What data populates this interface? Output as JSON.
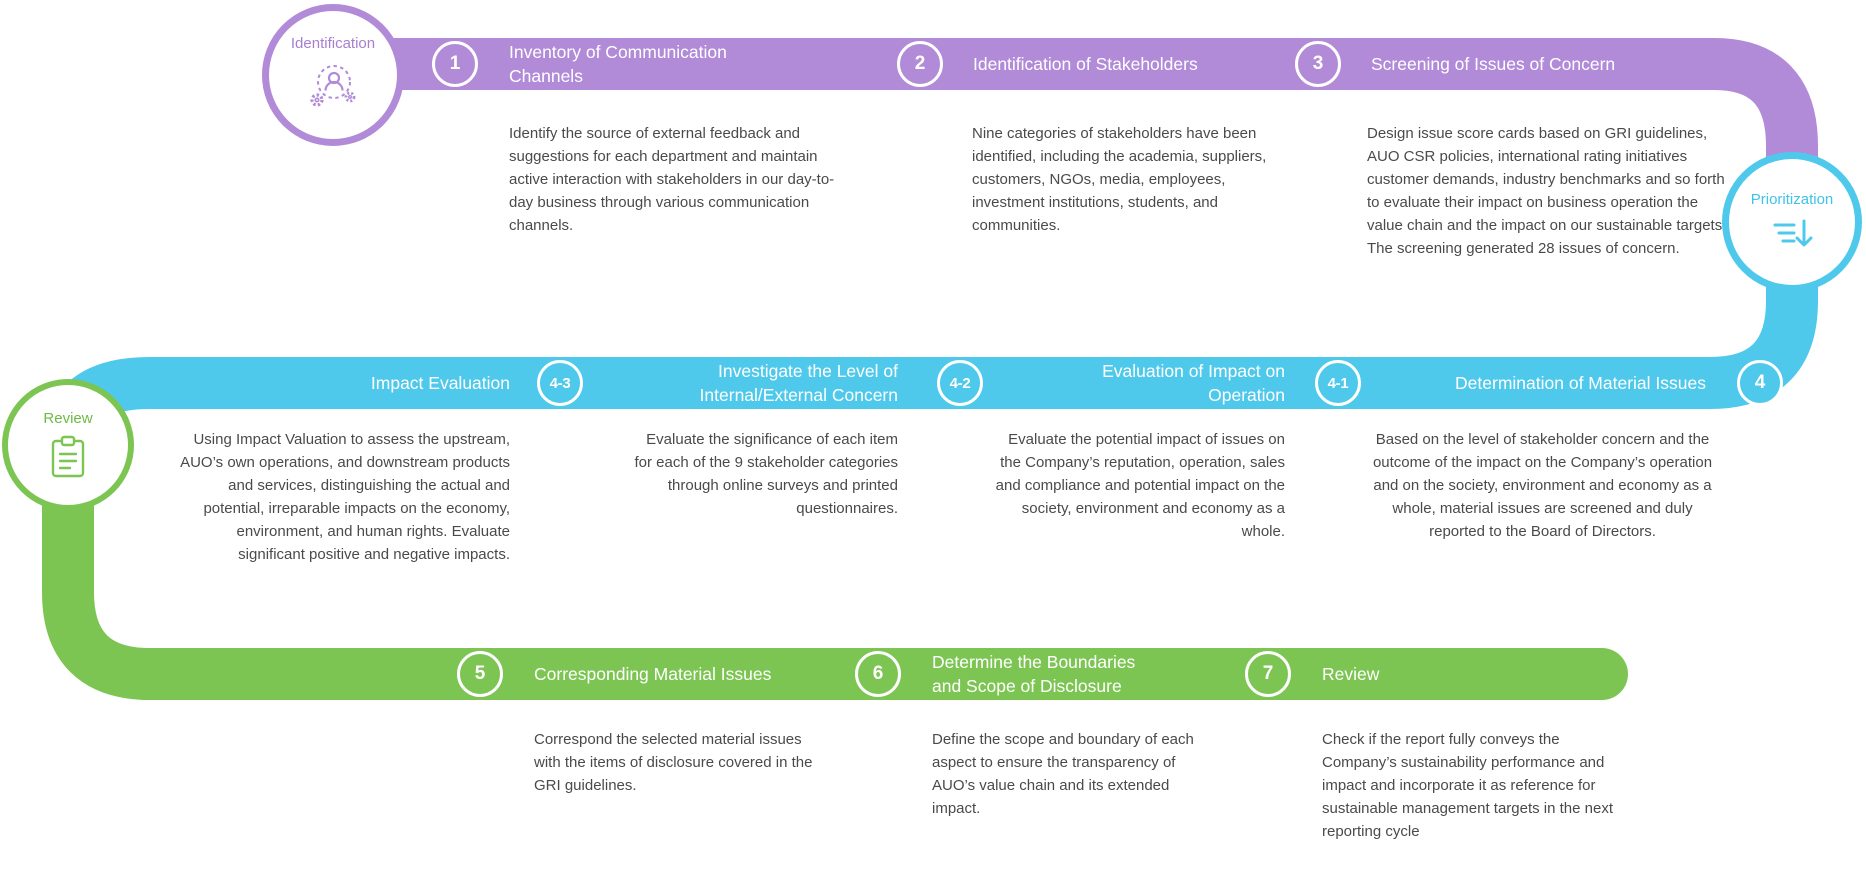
{
  "colors": {
    "identification_purple": "#b18ad8",
    "prioritization_cyan": "#4fc9eb",
    "review_green": "#7dc553",
    "body_text": "#4a4a4a",
    "step_text": "#ffffff"
  },
  "phases": {
    "identification": {
      "label": "Identification",
      "icon": "user-gears-icon"
    },
    "prioritization": {
      "label": "Prioritization",
      "icon": "sort-descending-icon"
    },
    "review": {
      "label": "Review",
      "icon": "clipboard-list-icon"
    }
  },
  "top_steps": [
    {
      "number": "1",
      "title": "Inventory of Communication Channels",
      "description": "Identify the source of external feedback and suggestions for each department and maintain active interaction with stakeholders in our day-to-day business through various communication channels."
    },
    {
      "number": "2",
      "title": "Identification of Stakeholders",
      "description": "Nine categories of stakeholders have been identified, including the academia, suppliers, customers, NGOs, media, employees, investment institutions, students, and communities."
    },
    {
      "number": "3",
      "title": "Screening of Issues of Concern",
      "description": "Design issue score cards based on GRI guidelines, AUO CSR policies, international rating initiatives customer demands, industry benchmarks and so forth to evaluate their impact on business operation the value chain and the impact on our sustainable targets. The screening generated 28 issues of concern."
    }
  ],
  "middle_steps": [
    {
      "number": "4-3",
      "title": "Impact Evaluation",
      "description": "Using Impact Valuation to assess the upstream, AUO’s own operations, and downstream products and services, distinguishing the actual and potential, irreparable impacts on the economy, environment, and human rights. Evaluate significant positive and negative impacts."
    },
    {
      "number": "4-2",
      "title": "Investigate the Level of Internal/External Concern",
      "description": "Evaluate the significance of each item for each of the 9 stakeholder categories through online surveys and printed questionnaires."
    },
    {
      "number": "4-1",
      "title": "Evaluation of Impact on Operation",
      "description": "Evaluate the potential impact of issues on the Company’s reputation, operation, sales and compliance and potential impact on the society, environment and economy as a whole."
    },
    {
      "number": "4",
      "title": "Determination of Material Issues",
      "description": "Based on the level of stakeholder concern and the outcome of the impact on the Company’s operation and on the society, environment and economy as a whole, material issues are screened and duly reported to the Board of Directors."
    }
  ],
  "bottom_steps": [
    {
      "number": "5",
      "title": "Corresponding Material Issues",
      "description": "Correspond the selected material issues with the items of disclosure covered in the GRI guidelines."
    },
    {
      "number": "6",
      "title": "Determine the Boundaries and Scope of Disclosure",
      "description": "Define the scope and boundary of each aspect to ensure the transparency of AUO’s value chain and its extended impact."
    },
    {
      "number": "7",
      "title": "Review",
      "description": "Check if the report fully conveys the Company’s sustainability performance and impact and incorporate it as reference for sustainable management targets in the next reporting cycle"
    }
  ]
}
